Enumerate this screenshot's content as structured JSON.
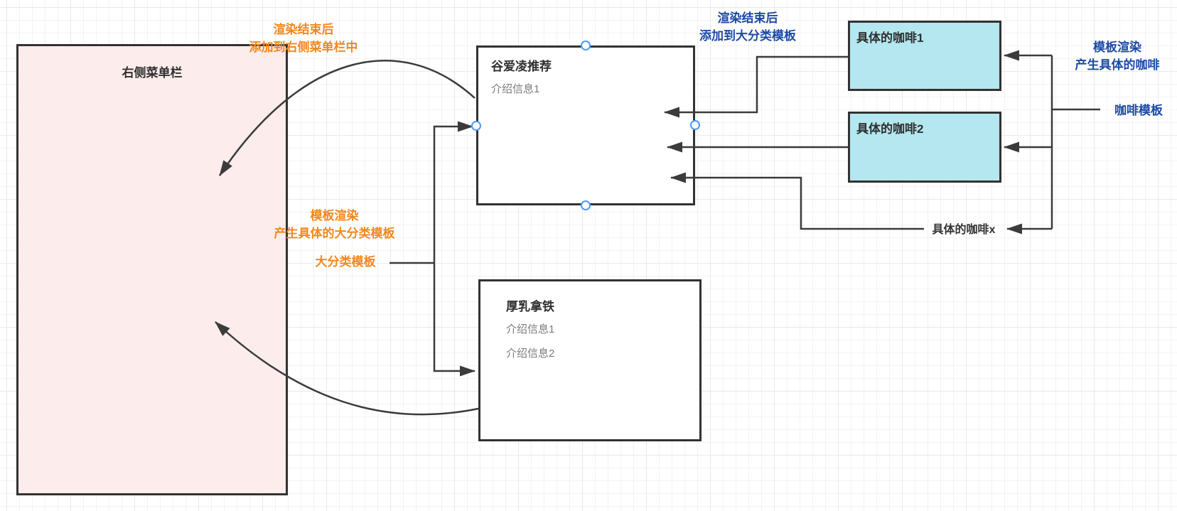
{
  "canvas": {
    "colors": {
      "menu_panel_fill": "#fdecec",
      "coffee_box_fill": "#b4e7f0",
      "box_border": "#323232",
      "connector_line": "#3b3b3b",
      "annotation_orange": "#f2871d",
      "annotation_blue": "#1c4aa6",
      "handle_stroke": "#4c9aff",
      "grid_line": "#e9e9e9"
    }
  },
  "menu_panel": {
    "title": "右侧菜单栏"
  },
  "category_boxes": [
    {
      "title": "谷爱凌推荐",
      "lines": [
        "介绍信息1"
      ]
    },
    {
      "title": "厚乳拿铁",
      "lines": [
        "介绍信息1",
        "介绍信息2"
      ]
    }
  ],
  "coffee_boxes": [
    {
      "title": "具体的咖啡1"
    },
    {
      "title": "具体的咖啡2"
    }
  ],
  "coffee_x_label": "具体的咖啡x",
  "annotations": {
    "render_end_menu": {
      "line1": "渲染结束后",
      "line2": "添加到右侧菜单栏中"
    },
    "template_render_category": {
      "line1": "模板渲染",
      "line2": "产生具体的大分类模板"
    },
    "category_template": "大分类模板",
    "render_end_category": {
      "line1": "渲染结束后",
      "line2": "添加到大分类模板"
    },
    "template_render_coffee": {
      "line1": "模板渲染",
      "line2": "产生具体的咖啡"
    },
    "coffee_template": "咖啡模板"
  }
}
